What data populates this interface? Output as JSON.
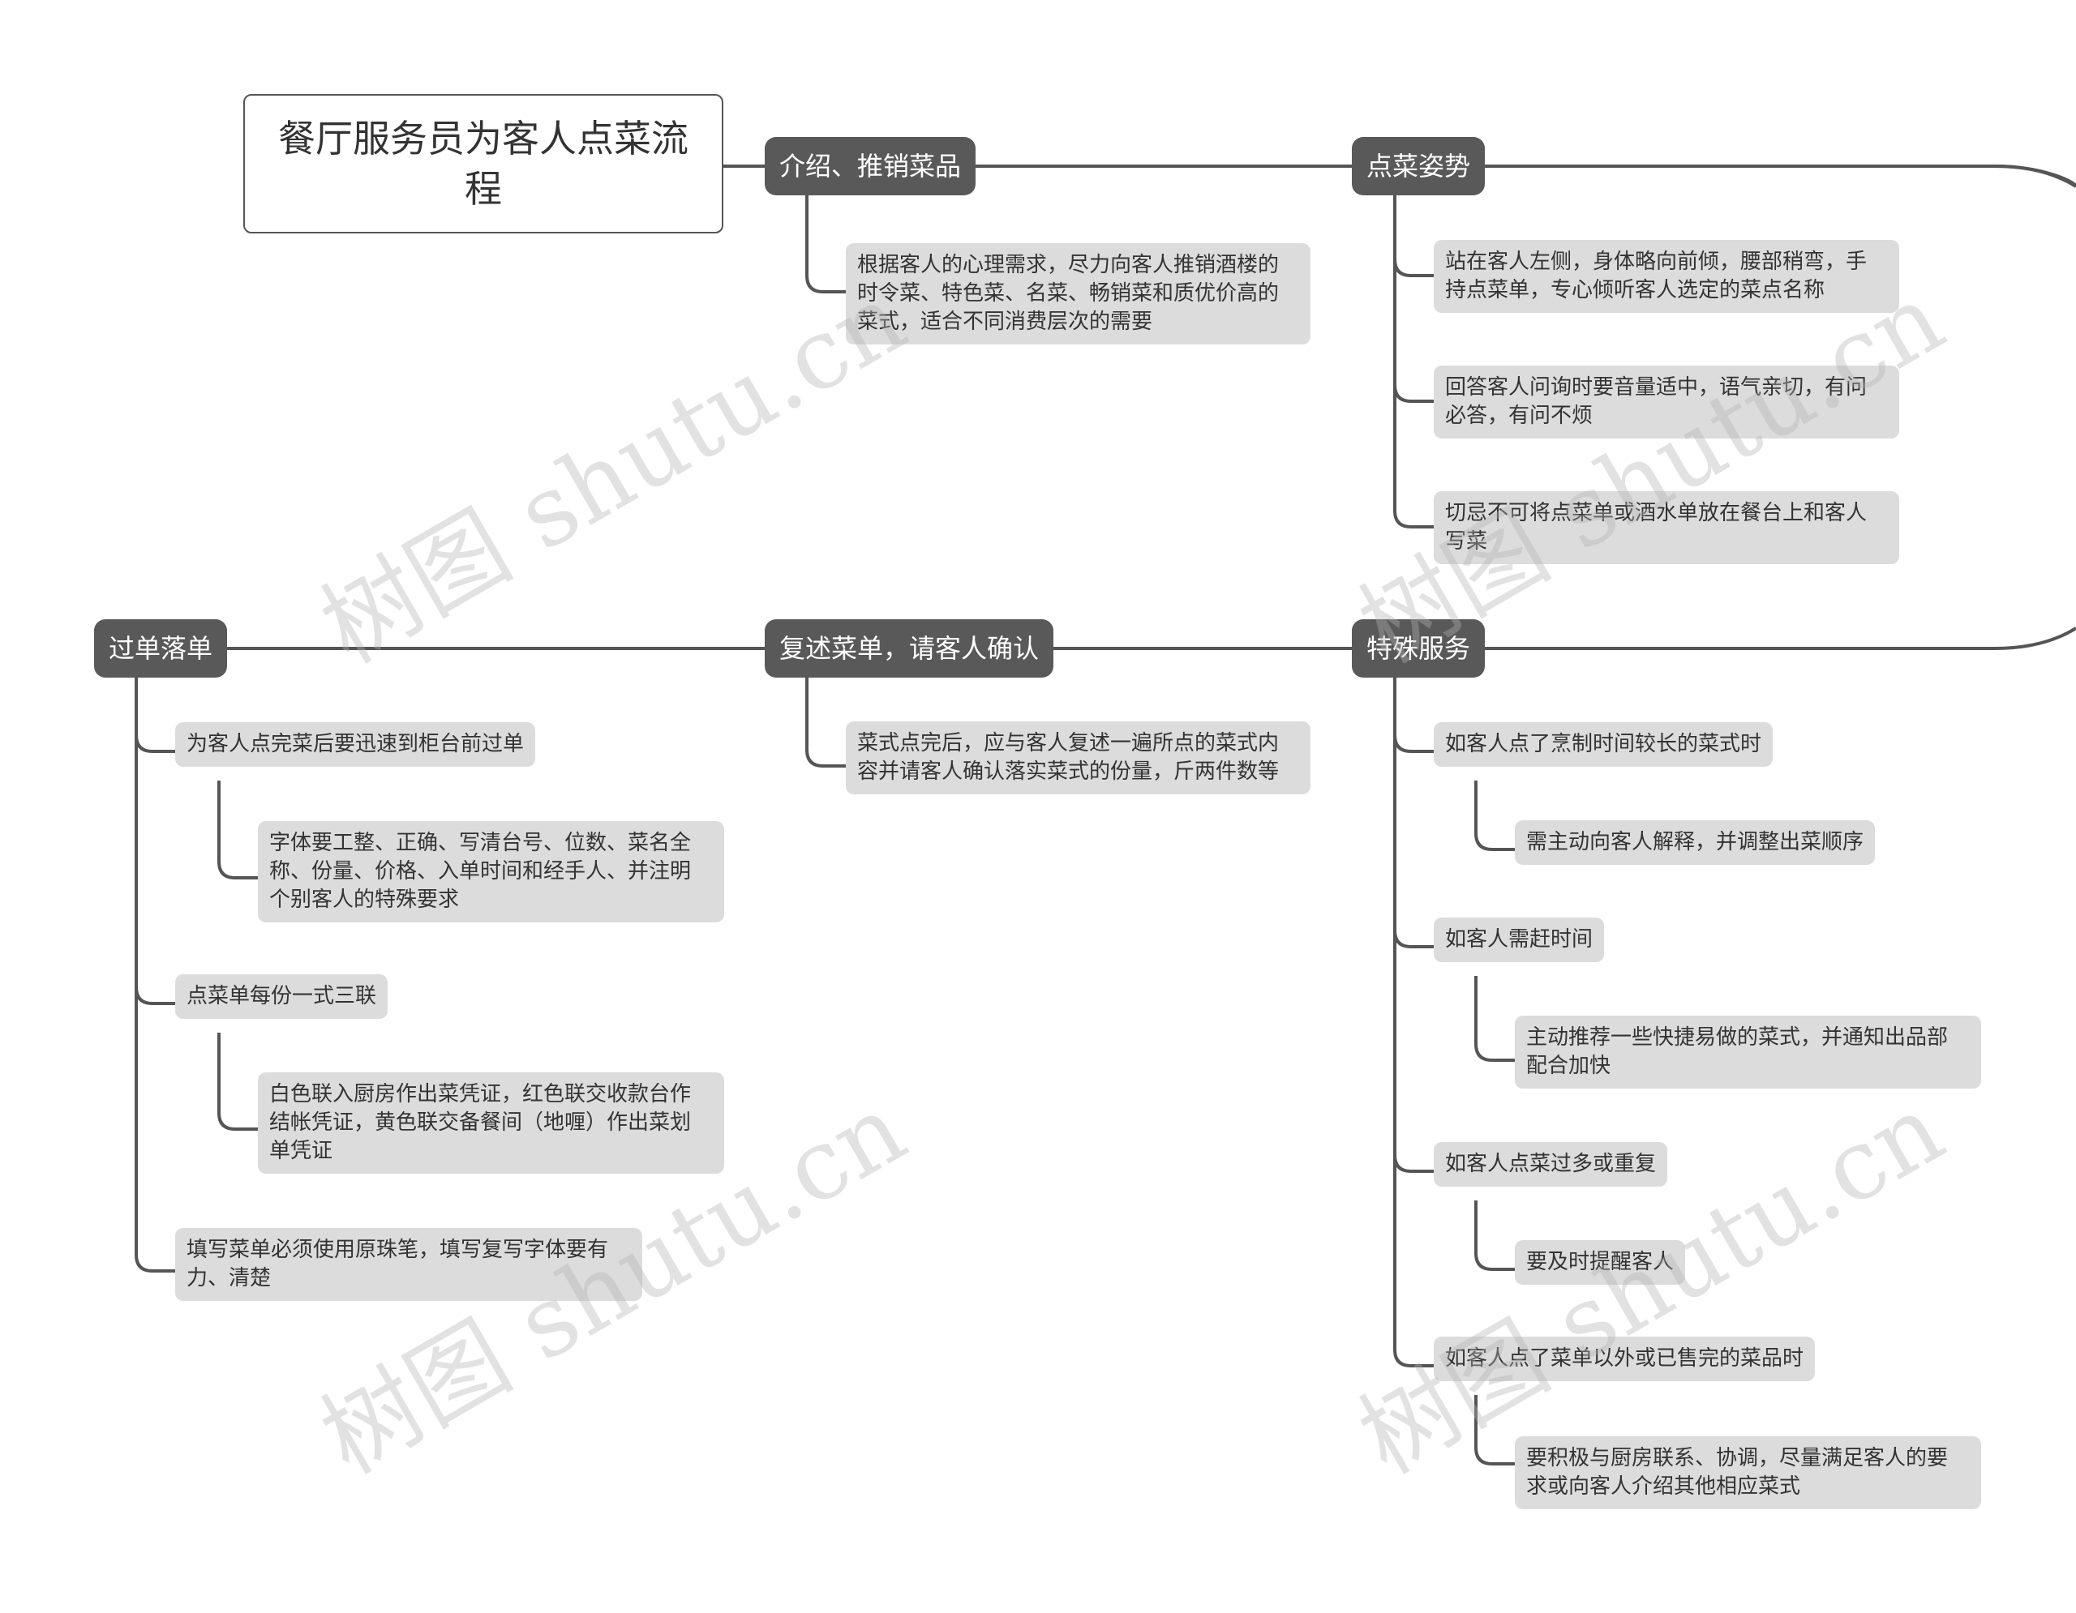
{
  "root": {
    "title_line1": "餐厅服务员为客人点菜流",
    "title_line2": "程"
  },
  "topics": {
    "t1": "介绍、推销菜品",
    "t2": "点菜姿势",
    "t3": "特殊服务",
    "t4": "复述菜单，请客人确认",
    "t5": "过单落单"
  },
  "leaves": {
    "t1a": [
      "根据客人的心理需求，尽力向客人推销酒楼的",
      "时令菜、特色菜、名菜、畅销菜和质优价高的",
      "菜式，适合不同消费层次的需要"
    ],
    "t2a": [
      "站在客人左侧，身体略向前倾，腰部稍弯，手",
      "持点菜单，专心倾听客人选定的菜点名称"
    ],
    "t2b": [
      "回答客人问询时要音量适中，语气亲切，有问",
      "必答，有问不烦"
    ],
    "t2c": [
      "切忌不可将点菜单或酒水单放在餐台上和客人",
      "写菜"
    ],
    "t3a": [
      "如客人点了烹制时间较长的菜式时"
    ],
    "t3a1": [
      "需主动向客人解释，并调整出菜顺序"
    ],
    "t3b": [
      "如客人需赶时间"
    ],
    "t3b1": [
      "主动推荐一些快捷易做的菜式，并通知出品部",
      "配合加快"
    ],
    "t3c": [
      "如客人点菜过多或重复"
    ],
    "t3c1": [
      "要及时提醒客人"
    ],
    "t3d": [
      "如客人点了菜单以外或已售完的菜品时"
    ],
    "t3d1": [
      "要积极与厨房联系、协调，尽量满足客人的要",
      "求或向客人介绍其他相应菜式"
    ],
    "t4a": [
      "菜式点完后，应与客人复述一遍所点的菜式内",
      "容并请客人确认落实菜式的份量，斤两件数等"
    ],
    "t5a": [
      "为客人点完菜后要迅速到柜台前过单"
    ],
    "t5a1": [
      "字体要工整、正确、写清台号、位数、菜名全",
      "称、份量、价格、入单时间和经手人、并注明",
      "个别客人的特殊要求"
    ],
    "t5b": [
      "点菜单每份一式三联"
    ],
    "t5b1": [
      "白色联入厨房作出菜凭证，红色联交收款台作",
      "结帐凭证，黄色联交备餐间（地喱）作出菜划",
      "单凭证"
    ],
    "t5c": [
      "填写菜单必须使用原珠笔，填写复写字体要有",
      "力、清楚"
    ]
  },
  "watermark": "树图 shutu.cn",
  "colors": {
    "topic_bg": "#595959",
    "leaf_bg": "#dcdcdc",
    "line": "#555555",
    "text": "#333333"
  }
}
